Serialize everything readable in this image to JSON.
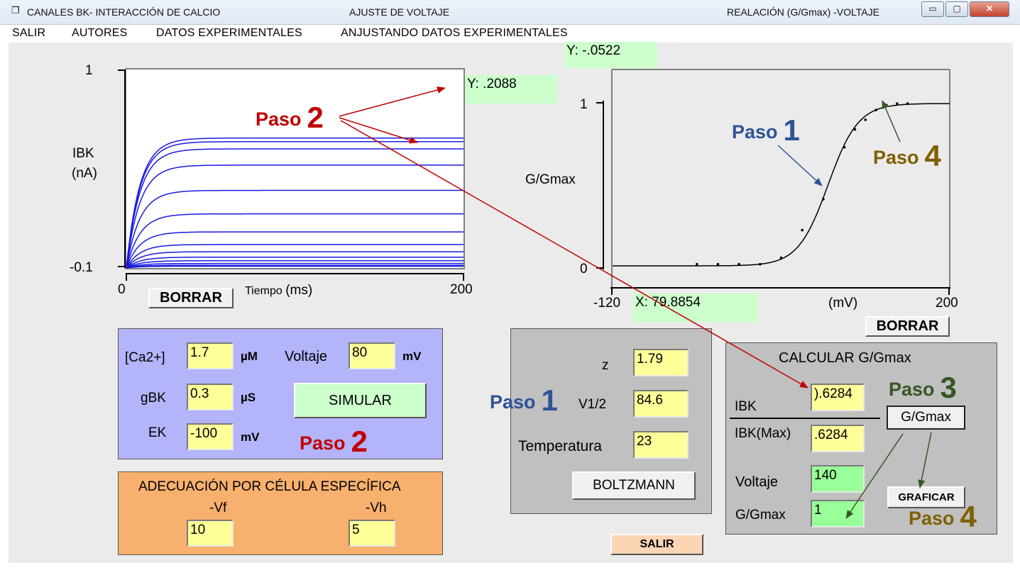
{
  "titlebar": {
    "title": "CANALES BK- INTERACCIÓN DE CALCIO",
    "center": "AJUSTE DE VOLTAJE",
    "right": "REALACIÓN (G/Gmax) -VOLTAJE",
    "minimize": "▭",
    "maximize": "▢",
    "close": "✕"
  },
  "menu": [
    "SALIR",
    "AUTORES",
    "DATOS EXPERIMENTALES",
    "ANJUSTANDO DATOS EXPERIMENTALES"
  ],
  "plot1": {
    "ymax_label": "1",
    "ymin_label": "-0.1",
    "xmin_label": "0",
    "xmax_label": "200",
    "ylabel_line1": "IBK",
    "ylabel_line2": "(nA)",
    "xlabel_a": "Tiempo",
    "xlabel_b": "(ms)",
    "cursor_y": "Y: .2088",
    "erase": "BORRAR"
  },
  "plot2": {
    "ymax_label": "1",
    "ymin_label": "0",
    "xmin_label": "-120",
    "xmax_label": "200",
    "ylabel": "G/Gmax",
    "xunit": "(mV)",
    "cursor_y": "Y: -.0522",
    "cursor_x": "X: 79.8854",
    "erase": "BORRAR"
  },
  "chart_data": [
    {
      "type": "line",
      "x_range": [
        0,
        200
      ],
      "y_range": [
        -0.1,
        1
      ],
      "tau_ms": 8,
      "series_plateaus": [
        -0.09,
        -0.085,
        -0.075,
        -0.06,
        -0.04,
        -0.01,
        0.03,
        0.1,
        0.2,
        0.33,
        0.47,
        0.56,
        0.6,
        0.62
      ]
    },
    {
      "type": "scatter",
      "x_range": [
        -120,
        200
      ],
      "y_range": [
        0,
        1
      ],
      "fit": {
        "v_half": 84.6,
        "z": 1.79,
        "temperature": 23
      },
      "points": [
        [
          -40,
          0.01
        ],
        [
          -20,
          0.01
        ],
        [
          0,
          0.01
        ],
        [
          20,
          0.01
        ],
        [
          40,
          0.05
        ],
        [
          60,
          0.22
        ],
        [
          80,
          0.41
        ],
        [
          100,
          0.73
        ],
        [
          110,
          0.84
        ],
        [
          120,
          0.9
        ],
        [
          130,
          0.96
        ],
        [
          140,
          0.99
        ],
        [
          150,
          1.0
        ],
        [
          160,
          1.0
        ]
      ]
    }
  ],
  "params": {
    "ca_label": "[Ca2+]",
    "ca_value": "1.7",
    "ca_unit": "µM",
    "volt_label": "Voltaje",
    "volt_value": "80",
    "volt_unit": "mV",
    "gbk_label": "gBK",
    "gbk_value": "0.3",
    "gbk_unit": "µS",
    "ek_label": "EK",
    "ek_value": "-100",
    "ek_unit": "mV",
    "simulate": "SIMULAR"
  },
  "adecuacion": {
    "title": "ADECUACIÓN POR CÉLULA ESPECÍFICA",
    "vf_label": "-Vf",
    "vf_value": "10",
    "vh_label": "-Vh",
    "vh_value": "5"
  },
  "boltzmann": {
    "z_label": "z",
    "z_value": "1.79",
    "v12_label": "V1/2",
    "v12_value": "84.6",
    "temp_label": "Temperatura",
    "temp_value": "23",
    "button": "BOLTZMANN"
  },
  "calc": {
    "title": "CALCULAR G/Gmax",
    "ibk_label": "IBK",
    "ibk_value": ").6284",
    "ibkmax_label": "IBK(Max)",
    "ibkmax_value": ".6284",
    "ggmax_button": "G/Gmax",
    "volt_label": "Voltaje",
    "volt_value": "140",
    "gg_label": "G/Gmax",
    "gg_value": "1",
    "graph_button": "GRAFICAR"
  },
  "exit_button": "SALIR",
  "annotations": {
    "paso2_top": {
      "word": "Paso",
      "num": "2"
    },
    "paso1_right": {
      "word": "Paso",
      "num": "1"
    },
    "paso4_right": {
      "word": "Paso",
      "num": "4"
    },
    "paso1_box": {
      "word": "Paso",
      "num": "1"
    },
    "paso2_box": {
      "word": "Paso",
      "num": "2"
    },
    "paso3": {
      "word": "Paso",
      "num": "3"
    },
    "paso4_bottom": {
      "word": "Paso",
      "num": "4"
    }
  },
  "colors": {
    "form_bg": "#ebebeb",
    "params_bg": "#b4b4fa",
    "adecuacion_bg": "#f7b06e",
    "panel_gray": "#c0c0c0",
    "field_yellow": "#ffff99",
    "field_green": "#99ff99",
    "trace_blue": "#1a1ae0",
    "arrow_red": "#c00000",
    "arrow_blue": "#2e5395",
    "arrow_green": "#375623"
  }
}
